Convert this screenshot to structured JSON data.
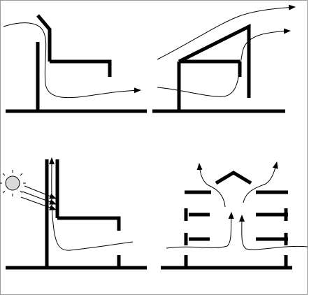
{
  "diagram": {
    "panels": [
      {
        "id": "wind-through-window",
        "description_hidden": true
      },
      {
        "id": "wind-over-roof"
      },
      {
        "id": "solar-chimney"
      },
      {
        "id": "stack-ventilation-atrium"
      }
    ]
  },
  "colors": {
    "stroke": "#000000",
    "background": "#ffffff",
    "frame": "#9a9a9a",
    "sun_fill": "#d9d9d9"
  }
}
